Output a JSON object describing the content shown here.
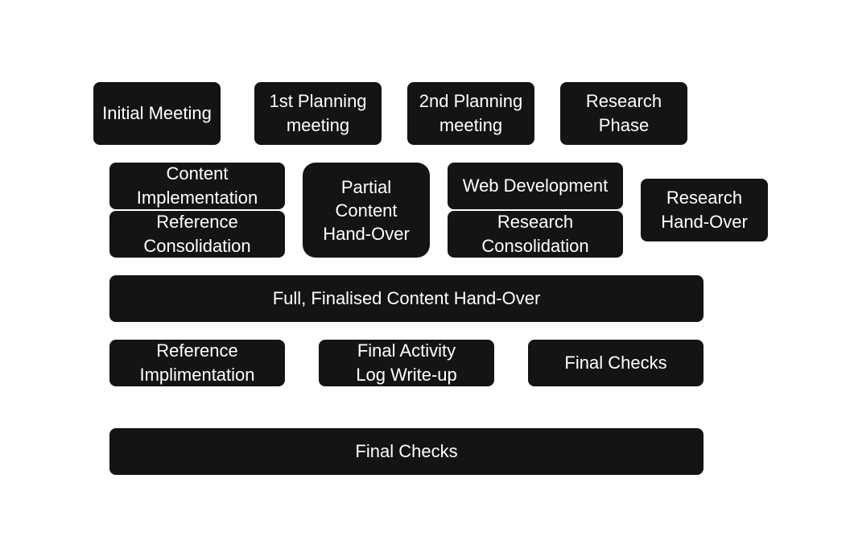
{
  "diagram": {
    "row1": {
      "initial_meeting": "Initial Meeting",
      "planning_1": "1st Planning\nmeeting",
      "planning_2": "2nd Planning\nmeeting",
      "research_phase": "Research\nPhase"
    },
    "row2": {
      "content_implementation": "Content\nImplementation",
      "reference_consolidation": "Reference\nConsolidation",
      "partial_handover": "Partial\nContent\nHand-Over",
      "web_development": "Web Development",
      "research_consolidation": "Research\nConsolidation",
      "research_handover": "Research\nHand-Over"
    },
    "row3": {
      "full_handover": "Full, Finalised Content Hand-Over"
    },
    "row4": {
      "reference_implementation": "Reference\nImplimentation",
      "activity_log": "Final Activity\nLog Write-up",
      "final_checks": "Final Checks"
    },
    "row5": {
      "final_checks": "Final Checks"
    },
    "colors": {
      "box_fill": "#141414",
      "box_text": "#ffffff",
      "background": "#ffffff"
    }
  }
}
